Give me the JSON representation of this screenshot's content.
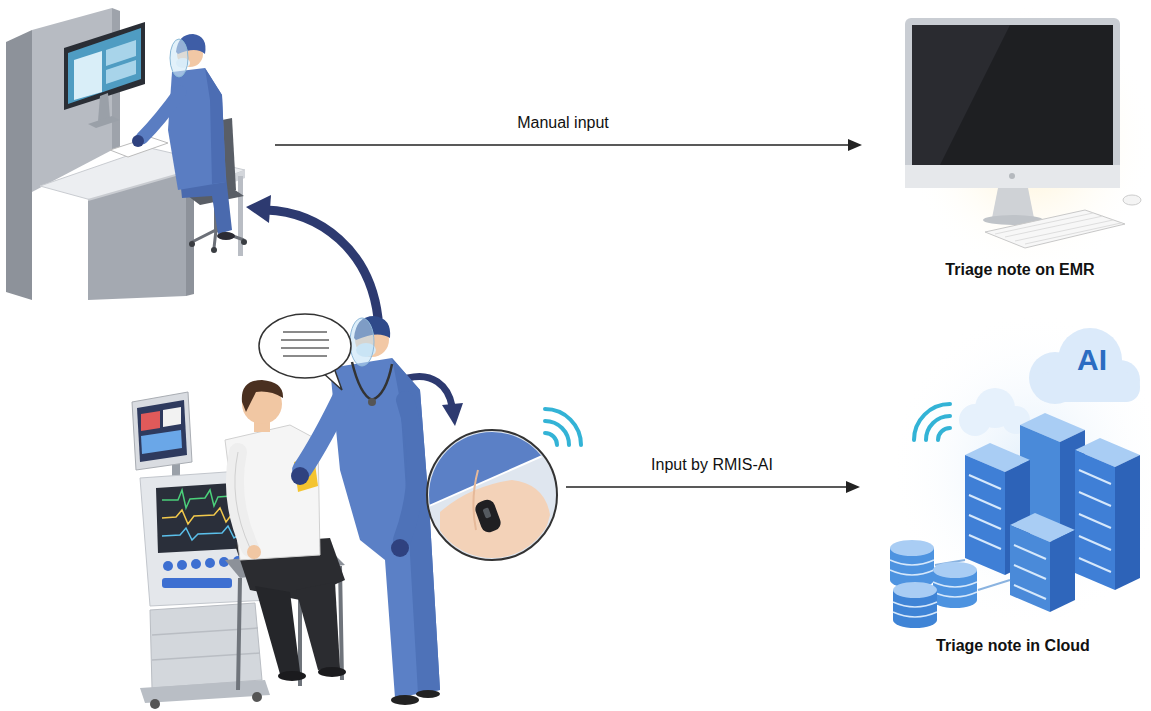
{
  "diagram": {
    "nodes": [
      {
        "text": [
          "Triage note on EMR"
        ]
      },
      {
        "text": [
          "Triage note in Cloud"
        ]
      }
    ],
    "labels": [
      "Manual input",
      "Input by RMIS-AI",
      "AI"
    ]
  }
}
